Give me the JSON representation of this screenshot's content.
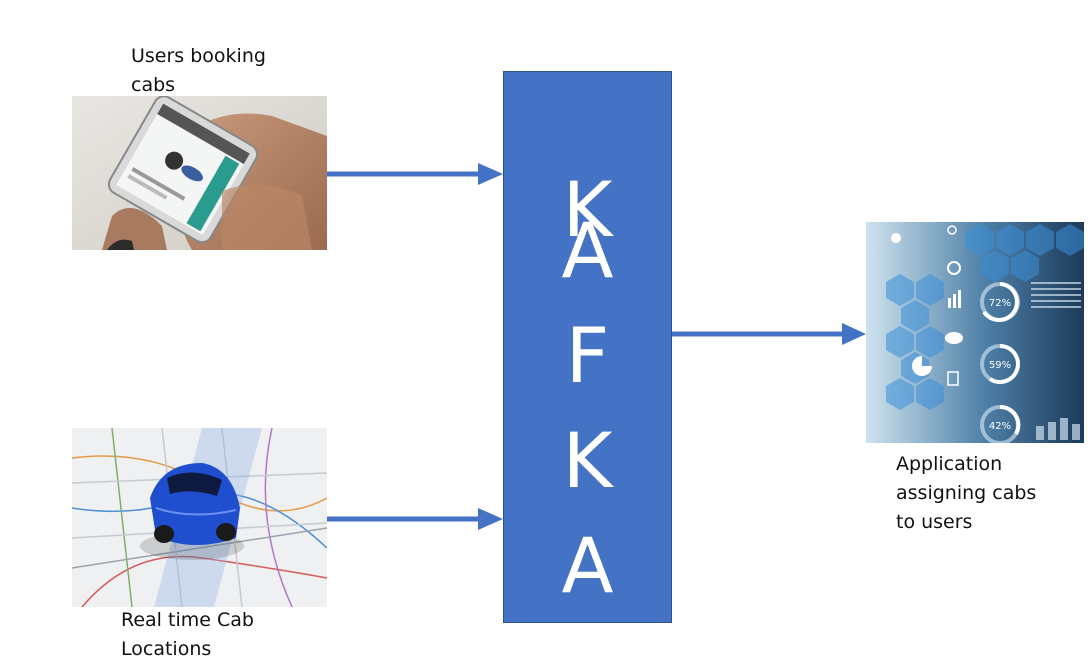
{
  "colors": {
    "kafka_box": "#4472c4",
    "arrow": "#4472c4",
    "kafka_text": "#ffffff"
  },
  "producers": [
    {
      "label": "Users booking\ncabs",
      "image": "hand-holding-phone-booking-app"
    },
    {
      "label": "Real time Cab\nLocations",
      "image": "toy-car-on-city-map"
    }
  ],
  "broker": {
    "letters": [
      "K",
      "A",
      "F",
      "K",
      "A"
    ]
  },
  "consumer": {
    "label": "Application\nassigning cabs\nto users",
    "image": "dashboard-infographic",
    "gauges": [
      "72%",
      "59%",
      "42%"
    ]
  }
}
